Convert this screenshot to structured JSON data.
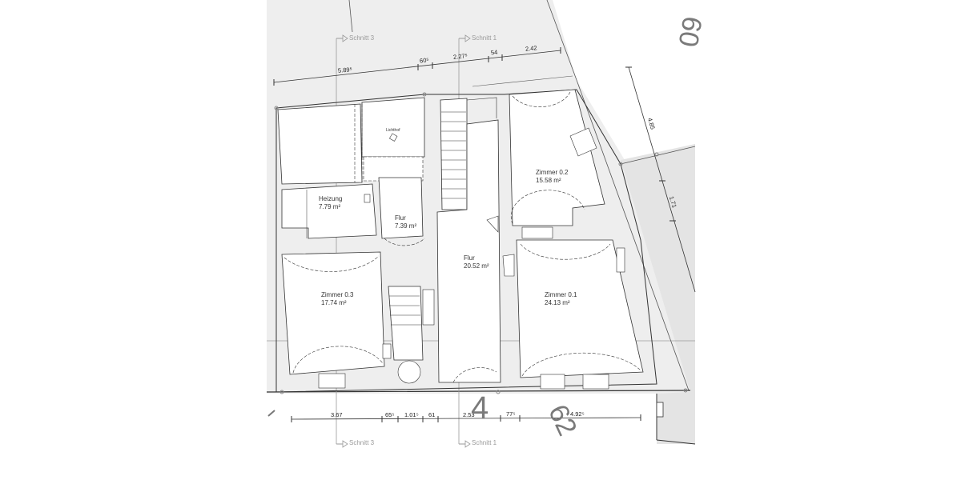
{
  "plan": {
    "rooms": [
      {
        "name": "Heizung",
        "area": "7.79 m²"
      },
      {
        "name": "Flur",
        "area": "7.39 m²"
      },
      {
        "name": "Flur",
        "area": "20.52 m²"
      },
      {
        "name": "Zimmer 0.2",
        "area": "15.58 m²"
      },
      {
        "name": "Zimmer 0.3",
        "area": "17.74 m²"
      },
      {
        "name": "Zimmer 0.1",
        "area": "24.13 m²"
      },
      {
        "name": "Lichthof",
        "area": ""
      }
    ],
    "section_cuts": {
      "top": [
        "Schnitt 3",
        "Schnitt 1"
      ],
      "bottom": [
        "Schnitt 3",
        "Schnitt 1"
      ]
    },
    "dimensions_top": [
      "5.89⁵",
      "60⁵",
      "2.27⁵",
      "54",
      "2.42"
    ],
    "dimensions_bottom": [
      "3.67",
      "65⁵",
      "1.01⁵",
      "61",
      "2.53",
      "77⁵",
      "4.92⁵"
    ],
    "dimensions_right": [
      "4.85",
      "1.71"
    ],
    "parcel_numbers": [
      "60",
      "4",
      "62"
    ],
    "colors": {
      "background": "#ffffff",
      "parcel_fill": "#eeeeee",
      "neighbor_fill": "#e6e6e6",
      "room_fill": "#ffffff",
      "line": "#333333",
      "cut_line": "#9a9a9a"
    }
  }
}
